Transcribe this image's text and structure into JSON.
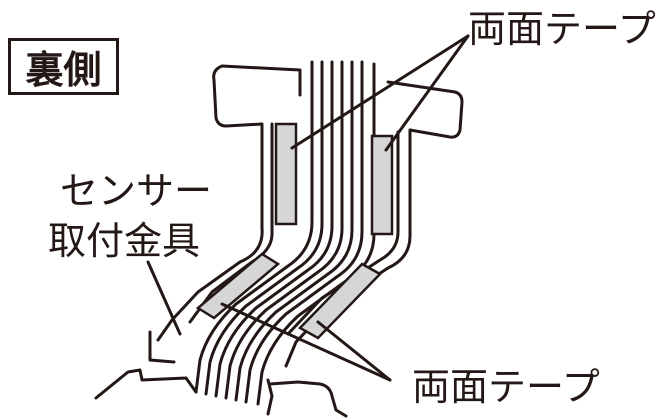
{
  "labels": {
    "side": "裏側",
    "tape_top": "両面テープ",
    "tape_bottom": "両面テープ",
    "sensor_line1": "センサー",
    "sensor_line2": "取付金具"
  },
  "colors": {
    "line": "#231815",
    "tape": "#d6d6d6",
    "background": "#ffffff"
  }
}
